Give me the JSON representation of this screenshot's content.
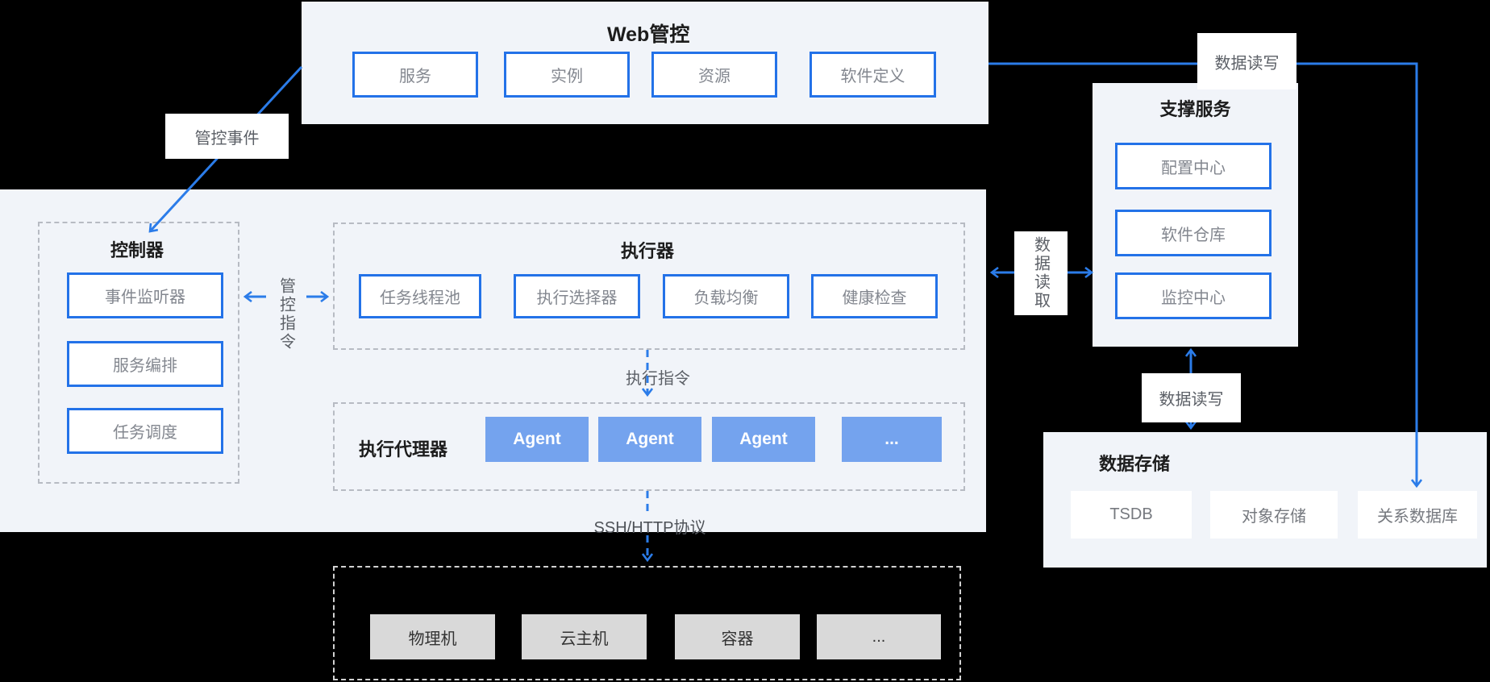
{
  "web_panel": {
    "title": "Web管控",
    "boxes": [
      "服务",
      "实例",
      "资源",
      "软件定义"
    ]
  },
  "controller": {
    "title": "控制器",
    "boxes": [
      "事件监听器",
      "服务编排",
      "任务调度"
    ]
  },
  "executor": {
    "title": "执行器",
    "boxes": [
      "任务线程池",
      "执行选择器",
      "负载均衡",
      "健康检查"
    ]
  },
  "agent_panel": {
    "title": "执行代理器",
    "agents": [
      "Agent",
      "Agent",
      "Agent",
      "..."
    ]
  },
  "support": {
    "title": "支撑服务",
    "boxes": [
      "配置中心",
      "软件仓库",
      "监控中心"
    ]
  },
  "storage": {
    "title": "数据存储",
    "boxes": [
      "TSDB",
      "对象存储",
      "关系数据库"
    ]
  },
  "infra": {
    "boxes": [
      "物理机",
      "云主机",
      "容器",
      "..."
    ]
  },
  "labels": {
    "control_event": "管控事件",
    "control_cmd": "管控指令",
    "exec_cmd": "执行指令",
    "ssh": "SSH/HTTP协议",
    "data_read": "数据读取",
    "data_rw_top": "数据读写",
    "data_rw_mid": "数据读写"
  },
  "colors": {
    "accent": "#2b7ce9",
    "panel_bg": "#f1f4f9",
    "agent_fill": "#74a3ee",
    "infra_fill": "#d9d9d9"
  }
}
